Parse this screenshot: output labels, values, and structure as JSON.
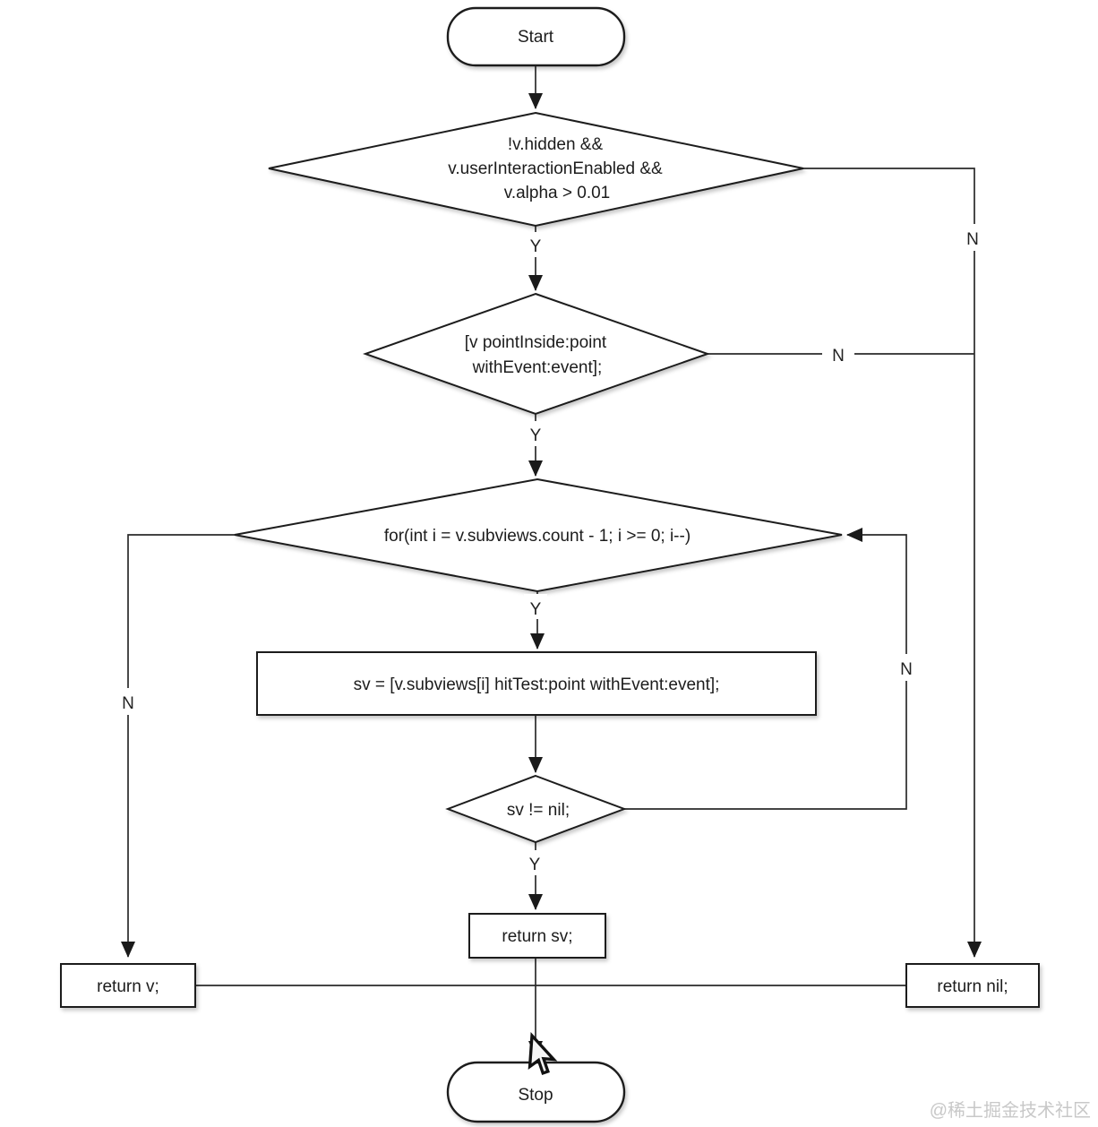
{
  "flowchart": {
    "nodes": {
      "start": "Start",
      "visibility_check": [
        "!v.hidden &&",
        "v.userInteractionEnabled &&",
        "v.alpha > 0.01"
      ],
      "point_inside_check": [
        "[v pointInside:point",
        "withEvent:event];"
      ],
      "subviews_loop": "for(int i = v.subviews.count - 1; i >= 0; i--)",
      "hit_test_assign": "sv = [v.subviews[i] hitTest:point withEvent:event];",
      "sv_not_nil_check": "sv != nil;",
      "return_sv": "return sv;",
      "return_v": "return v;",
      "return_nil": "return nil;",
      "stop": "Stop"
    },
    "edge_labels": {
      "visibility_yes": "Y",
      "visibility_no": "N",
      "point_inside_yes": "Y",
      "point_inside_no": "N",
      "loop_yes": "Y",
      "loop_no": "N",
      "sv_yes": "Y",
      "sv_no": "N"
    },
    "colors": {
      "background": "#ffffff",
      "stroke": "#1f1f1f",
      "shape_fill": "#ffffff",
      "watermark": "#c8c8c8"
    }
  },
  "watermark": "@稀土掘金技术社区"
}
